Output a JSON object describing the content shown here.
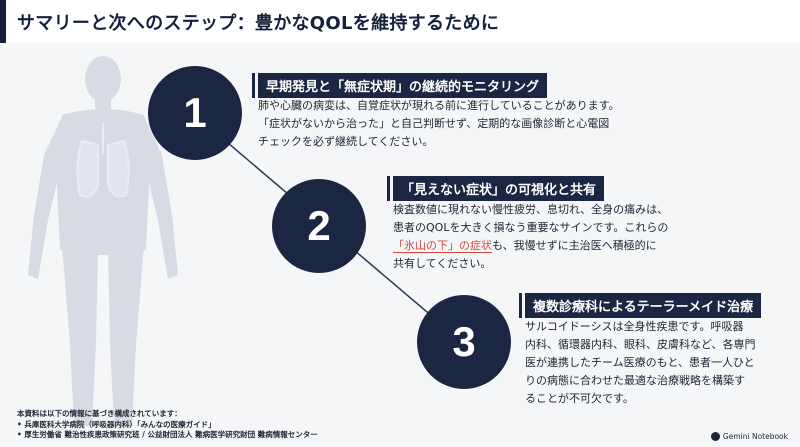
{
  "page": {
    "title": "サマリーと次へのステップ：豊かなQOLを維持するために"
  },
  "steps": [
    {
      "number": "1",
      "heading": "早期発見と「無症状期」の継続的モニタリング",
      "lines": [
        "肺や心臓の病変は、自覚症状が現れる前に進行していることがあります。",
        "「症状がないから治った」と自己判断せず、定期的な画像診断と心電図",
        "チェックを必ず継続してください。"
      ]
    },
    {
      "number": "2",
      "heading": "「見えない症状」の可視化と共有",
      "lines": [
        "検査数値に現れない慢性疲労、息切れ、全身の痛みは、",
        "患者のQOLを大きく損なう重要なサインです。これらの"
      ],
      "highlight": "「氷山の下」の症状",
      "line3_rest": "も、我慢せずに主治医へ積極的に",
      "line4": "共有してください。"
    },
    {
      "number": "3",
      "heading": "複数診療科によるテーラーメイド治療",
      "lines": [
        "サルコイドーシスは全身性疾患です。呼吸器",
        "内科、循環器内科、眼科、皮膚科など、各専門",
        "医が連携したチーム医療のもと、患者一人ひと",
        "りの病態に合わせた最適な治療戦略を構築す",
        "ることが不可欠です。"
      ]
    }
  ],
  "sources": {
    "header": "本資料は以下の情報に基づき構成されています：",
    "items": [
      "•  兵庫医科大学病院（呼吸器内科）「みんなの医療ガイド」",
      "•  厚生労働省 難治性疾患政策研究班 / 公益財団法人 難病医学研究財団 難病情報センター"
    ]
  },
  "branding": {
    "label": "Gemini Notebook",
    "icon": "gemini-logo-icon"
  },
  "colors": {
    "navy": "#1b2642",
    "highlight": "#d1493f",
    "background": "#f5f6f8"
  }
}
